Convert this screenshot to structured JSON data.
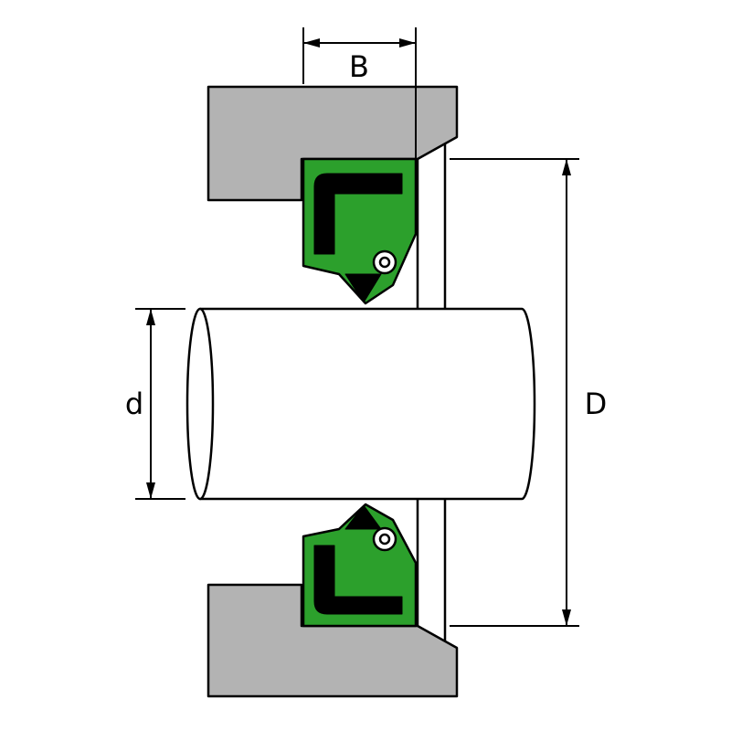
{
  "diagram": {
    "dimension_labels": {
      "seal_width": "B",
      "shaft_diameter": "d",
      "housing_bore_diameter": "D"
    },
    "colors": {
      "housing": "#b3b3b3",
      "seal": "#2ca02c",
      "shaft": "#ffffff",
      "spring": "#ffffff",
      "outline": "#000000",
      "background": "#ffffff"
    }
  }
}
